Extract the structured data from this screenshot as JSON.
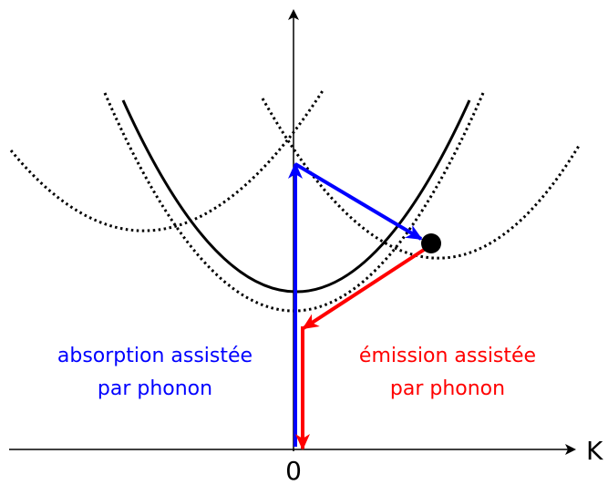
{
  "axes": {
    "x_label": "K",
    "origin_label": "0"
  },
  "labels": {
    "absorption_line1": "absorption assistée",
    "absorption_line2": "par phonon",
    "emission_line1": "émission assistée",
    "emission_line2": "par phonon"
  },
  "colors": {
    "absorption": "#0000ff",
    "emission": "#ff0000",
    "curve": "#000000"
  },
  "icons": {
    "state_marker": "filled-circle"
  }
}
